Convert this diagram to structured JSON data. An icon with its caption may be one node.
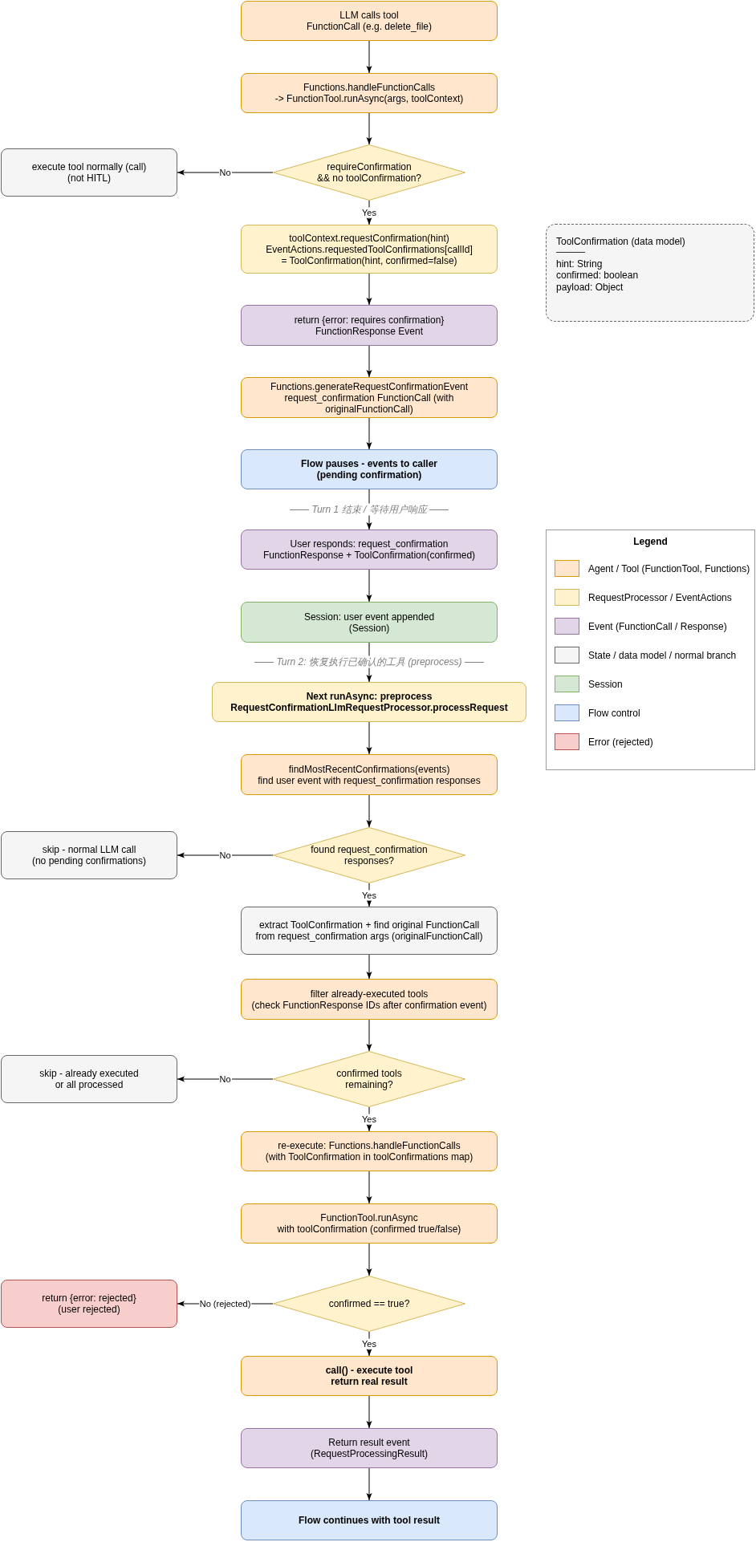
{
  "diagram": {
    "nodes": [
      {
        "text": [
          "LLM calls tool",
          "FunctionCall (e.g. delete_file)"
        ]
      },
      {
        "text": [
          "Functions.handleFunctionCalls",
          "-> FunctionTool.runAsync(args, toolContext)"
        ]
      },
      {
        "text": [
          "requireConfirmation",
          "&& no toolConfirmation?"
        ]
      },
      {
        "text": [
          "execute tool normally (call)",
          "(not HITL)"
        ]
      },
      {
        "text": [
          "toolContext.requestConfirmation(hint)",
          "EventActions.requestedToolConfirmations[callId]",
          "= ToolConfirmation(hint, confirmed=false)"
        ]
      },
      {
        "text": [
          "ToolConfirmation (data model)",
          "hint: String",
          "confirmed: boolean",
          "payload: Object"
        ]
      },
      {
        "text": [
          "return {error: requires confirmation}",
          "FunctionResponse Event"
        ]
      },
      {
        "text": [
          "Functions.generateRequestConfirmationEvent",
          "request_confirmation FunctionCall (with originalFunctionCall)"
        ]
      },
      {
        "text": [
          "Flow pauses - events to caller",
          "(pending confirmation)"
        ]
      },
      {
        "text": [
          "User responds: request_confirmation",
          "FunctionResponse + ToolConfirmation(confirmed)"
        ]
      },
      {
        "text": [
          "Session: user event appended",
          "(Session)"
        ]
      },
      {
        "text": [
          "Next runAsync: preprocess",
          "RequestConfirmationLlmRequestProcessor.processRequest"
        ]
      },
      {
        "text": [
          "findMostRecentConfirmations(events)",
          "find user event with request_confirmation responses"
        ]
      },
      {
        "text": [
          "found request_confirmation",
          "responses?"
        ]
      },
      {
        "text": [
          "skip - normal LLM call",
          "(no pending confirmations)"
        ]
      },
      {
        "text": [
          "extract ToolConfirmation + find original FunctionCall",
          "from request_confirmation args (originalFunctionCall)"
        ]
      },
      {
        "text": [
          "filter already-executed tools",
          "(check FunctionResponse IDs after confirmation event)"
        ]
      },
      {
        "text": [
          "confirmed tools",
          "remaining?"
        ]
      },
      {
        "text": [
          "skip - already executed",
          "or all processed"
        ]
      },
      {
        "text": [
          "re-execute: Functions.handleFunctionCalls",
          "(with ToolConfirmation in toolConfirmations map)"
        ]
      },
      {
        "text": [
          "FunctionTool.runAsync",
          "with toolConfirmation (confirmed true/false)"
        ]
      },
      {
        "text": [
          "confirmed == true?"
        ]
      },
      {
        "text": [
          "return {error: rejected}",
          "(user rejected)"
        ]
      },
      {
        "text": [
          "call() - execute tool",
          "return real result"
        ]
      },
      {
        "text": [
          "Return result event",
          "(RequestProcessingResult)"
        ]
      },
      {
        "text": [
          "Flow continues with tool result"
        ]
      }
    ],
    "edges": [
      {
        "from": 0,
        "to": 1,
        "arrow": "to"
      },
      {
        "from": 1,
        "to": 2,
        "arrow": "to"
      },
      {
        "from": 2,
        "to": 3,
        "arrow": "to",
        "label": "No"
      },
      {
        "from": 2,
        "to": 4,
        "arrow": "to",
        "label": "Yes"
      },
      {
        "from": 4,
        "to": 6,
        "arrow": "to"
      },
      {
        "from": 6,
        "to": 7,
        "arrow": "to"
      },
      {
        "from": 7,
        "to": 8,
        "arrow": "to"
      },
      {
        "from": 8,
        "to": 9,
        "arrow": "to"
      },
      {
        "from": 9,
        "to": 10,
        "arrow": "to"
      },
      {
        "from": 10,
        "to": 11,
        "arrow": "to"
      },
      {
        "from": 11,
        "to": 12,
        "arrow": "to"
      },
      {
        "from": 12,
        "to": 13,
        "arrow": "to"
      },
      {
        "from": 13,
        "to": 14,
        "arrow": "to",
        "label": "No"
      },
      {
        "from": 13,
        "to": 15,
        "arrow": "to",
        "label": "Yes"
      },
      {
        "from": 15,
        "to": 16,
        "arrow": "to"
      },
      {
        "from": 16,
        "to": 17,
        "arrow": "to"
      },
      {
        "from": 17,
        "to": 18,
        "arrow": "to",
        "label": "No"
      },
      {
        "from": 17,
        "to": 19,
        "arrow": "to",
        "label": "Yes"
      },
      {
        "from": 19,
        "to": 20,
        "arrow": "to"
      },
      {
        "from": 20,
        "to": 21,
        "arrow": "to"
      },
      {
        "from": 21,
        "to": 22,
        "arrow": "to",
        "label": "No (rejected)"
      },
      {
        "from": 21,
        "to": 23,
        "arrow": "to",
        "label": "Yes"
      },
      {
        "from": 23,
        "to": 24,
        "arrow": "to"
      },
      {
        "from": 24,
        "to": 25,
        "arrow": "to"
      }
    ],
    "labels": [
      "—— Turn 1 结束 / 等待用户响应 ——",
      "Legend",
      "—— Turn 2: 恢复执行已确认的工具 (preprocess) ——"
    ],
    "legend": [
      {
        "text": "Agent / Tool (FunctionTool, Functions)",
        "color": "#ffe6cc"
      },
      {
        "text": "RequestProcessor / EventActions",
        "color": "#fff2cc"
      },
      {
        "text": "Event (FunctionCall / Response)",
        "color": "#e1d5e7"
      },
      {
        "text": "State / data model / normal branch",
        "color": "#f5f5f5"
      },
      {
        "text": "Session",
        "color": "#d5e8d4"
      },
      {
        "text": "Flow control",
        "color": "#dae8fc"
      },
      {
        "text": "Error (rejected)",
        "color": "#f8cecc"
      }
    ]
  }
}
